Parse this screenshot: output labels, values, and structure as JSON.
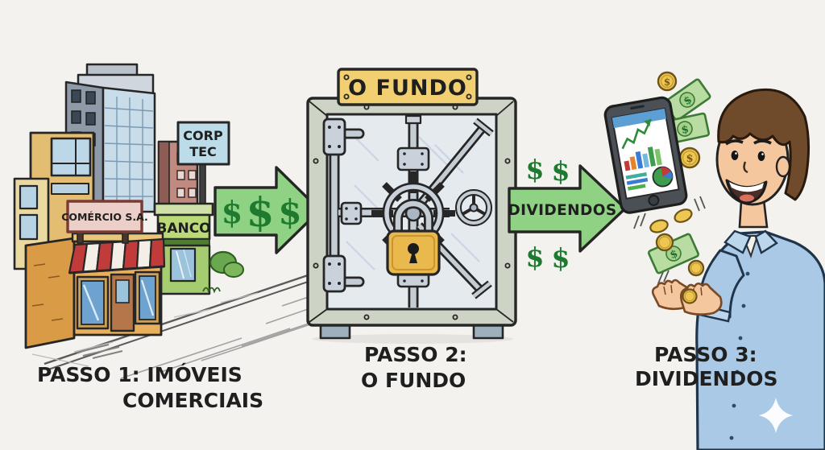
{
  "city": {
    "sign_corp_line1": "CORP",
    "sign_corp_line2": "TEC",
    "sign_comercio": "COMÉRCIO S.A.",
    "sign_banco": "BANCO"
  },
  "vault": {
    "plaque": "O FUNDO"
  },
  "flow": {
    "arrow1_dollars": [
      "$",
      "$",
      "$"
    ],
    "arrow2_label": "DIVIDENDOS",
    "arrow2_dollars_top": [
      "$",
      "$"
    ],
    "arrow2_dollars_bottom": [
      "$",
      "$"
    ]
  },
  "money": {
    "bill_symbol": "$",
    "coin_symbol": "$"
  },
  "steps": {
    "step1_line1": "PASSO 1: IMÓVEIS",
    "step1_line2": "COMERCIAIS",
    "step2_line1": "PASSO 2:",
    "step2_line2": "O FUNDO",
    "step3_line1": "PASSO 3:",
    "step3_line2": "DIVIDENDOS"
  },
  "colors": {
    "paper": "#f4f2ee",
    "arrow_green": "#8fd283",
    "dollar_green": "#1d7a2f",
    "plaque_gold": "#f2cf70",
    "padlock_gold": "#eab94e",
    "sign_corp_blue": "#bcdcea",
    "sign_comercio_pink": "#eccfc9",
    "sign_banco_green": "#b9da76",
    "bill_green": "#b9dca3",
    "coin_gold": "#eec752",
    "shirt_blue": "#a9c9e6",
    "skin": "#f4c79e"
  }
}
